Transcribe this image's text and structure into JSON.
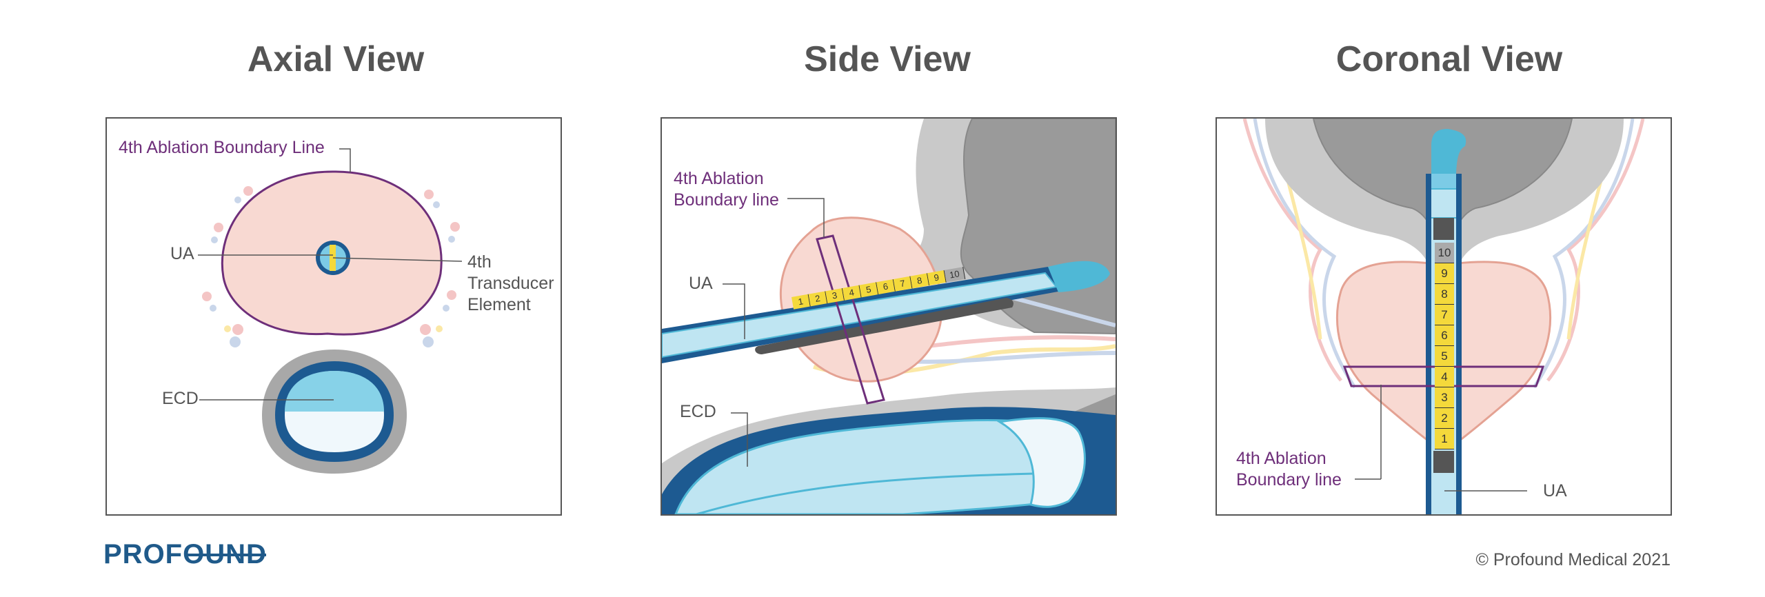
{
  "views": [
    {
      "title": "Axial View",
      "labels": {
        "boundary": "4th Ablation Boundary Line",
        "ua": "UA",
        "transducer": [
          "4th",
          "Transducer",
          "Element"
        ],
        "ecd": "ECD"
      }
    },
    {
      "title": "Side View",
      "labels": {
        "boundary": [
          "4th Ablation",
          "Boundary line"
        ],
        "ua": "UA",
        "ecd": "ECD"
      },
      "scale_numbers": [
        "1",
        "2",
        "3",
        "4",
        "5",
        "6",
        "7",
        "8",
        "9",
        "10"
      ]
    },
    {
      "title": "Coronal View",
      "labels": {
        "boundary": [
          "4th Ablation",
          "Boundary line"
        ],
        "ua": "UA"
      },
      "scale_numbers": [
        "10",
        "9",
        "8",
        "7",
        "6",
        "5",
        "4",
        "3",
        "2",
        "1"
      ]
    }
  ],
  "footer": {
    "logo": "PROFOUND",
    "copyright": "© Profound Medical 2021"
  },
  "colors": {
    "prostate_fill": "#f8d9d2",
    "prostate_stroke": "#e4a293",
    "boundary_purple": "#6e2f7a",
    "catheter_blue": "#7ccbe6",
    "dark_blue": "#1d5a91",
    "scale_yellow": "#f4d93b",
    "gray_tissue": "#9a9a9a"
  }
}
